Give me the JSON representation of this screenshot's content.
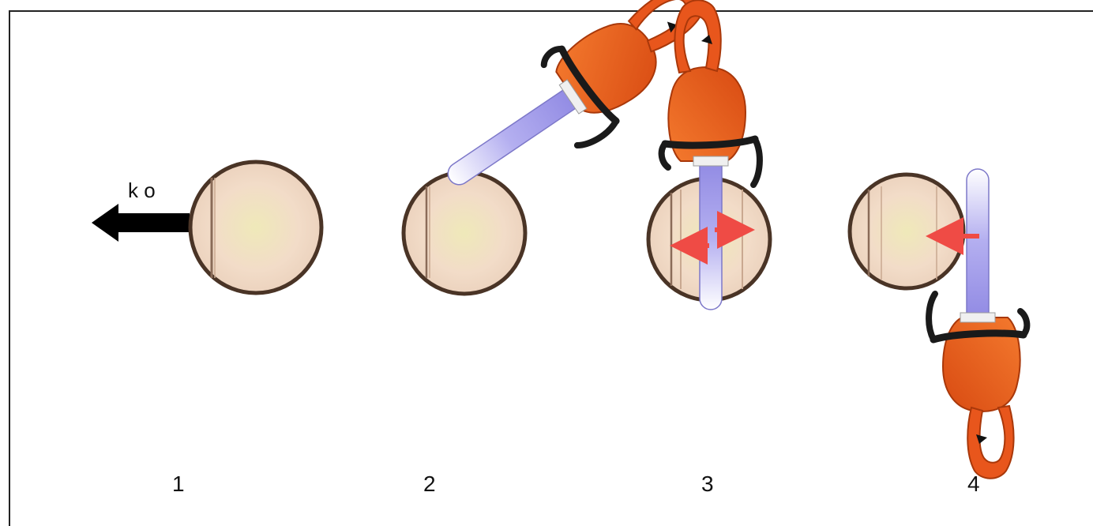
{
  "diagram": {
    "direction_label": "k o",
    "steps": [
      {
        "number": "1"
      },
      {
        "number": "2"
      },
      {
        "number": "3"
      },
      {
        "number": "4"
      }
    ]
  },
  "colors": {
    "frame": "#222222",
    "bark": "#4a3426",
    "wood": "#f2dcc8",
    "wood_center": "#eee6b8",
    "saw_body": "#e85a1a",
    "saw_body_dark": "#b93b0a",
    "saw_handle": "#1a1a1a",
    "bar": "#b9b5ee",
    "arrow_red": "#ef4b45",
    "arrow_black": "#000000"
  },
  "icons": {
    "direction_arrow": "arrow-left-icon",
    "chainsaw": "chainsaw-icon",
    "log": "log-cross-section-icon"
  }
}
